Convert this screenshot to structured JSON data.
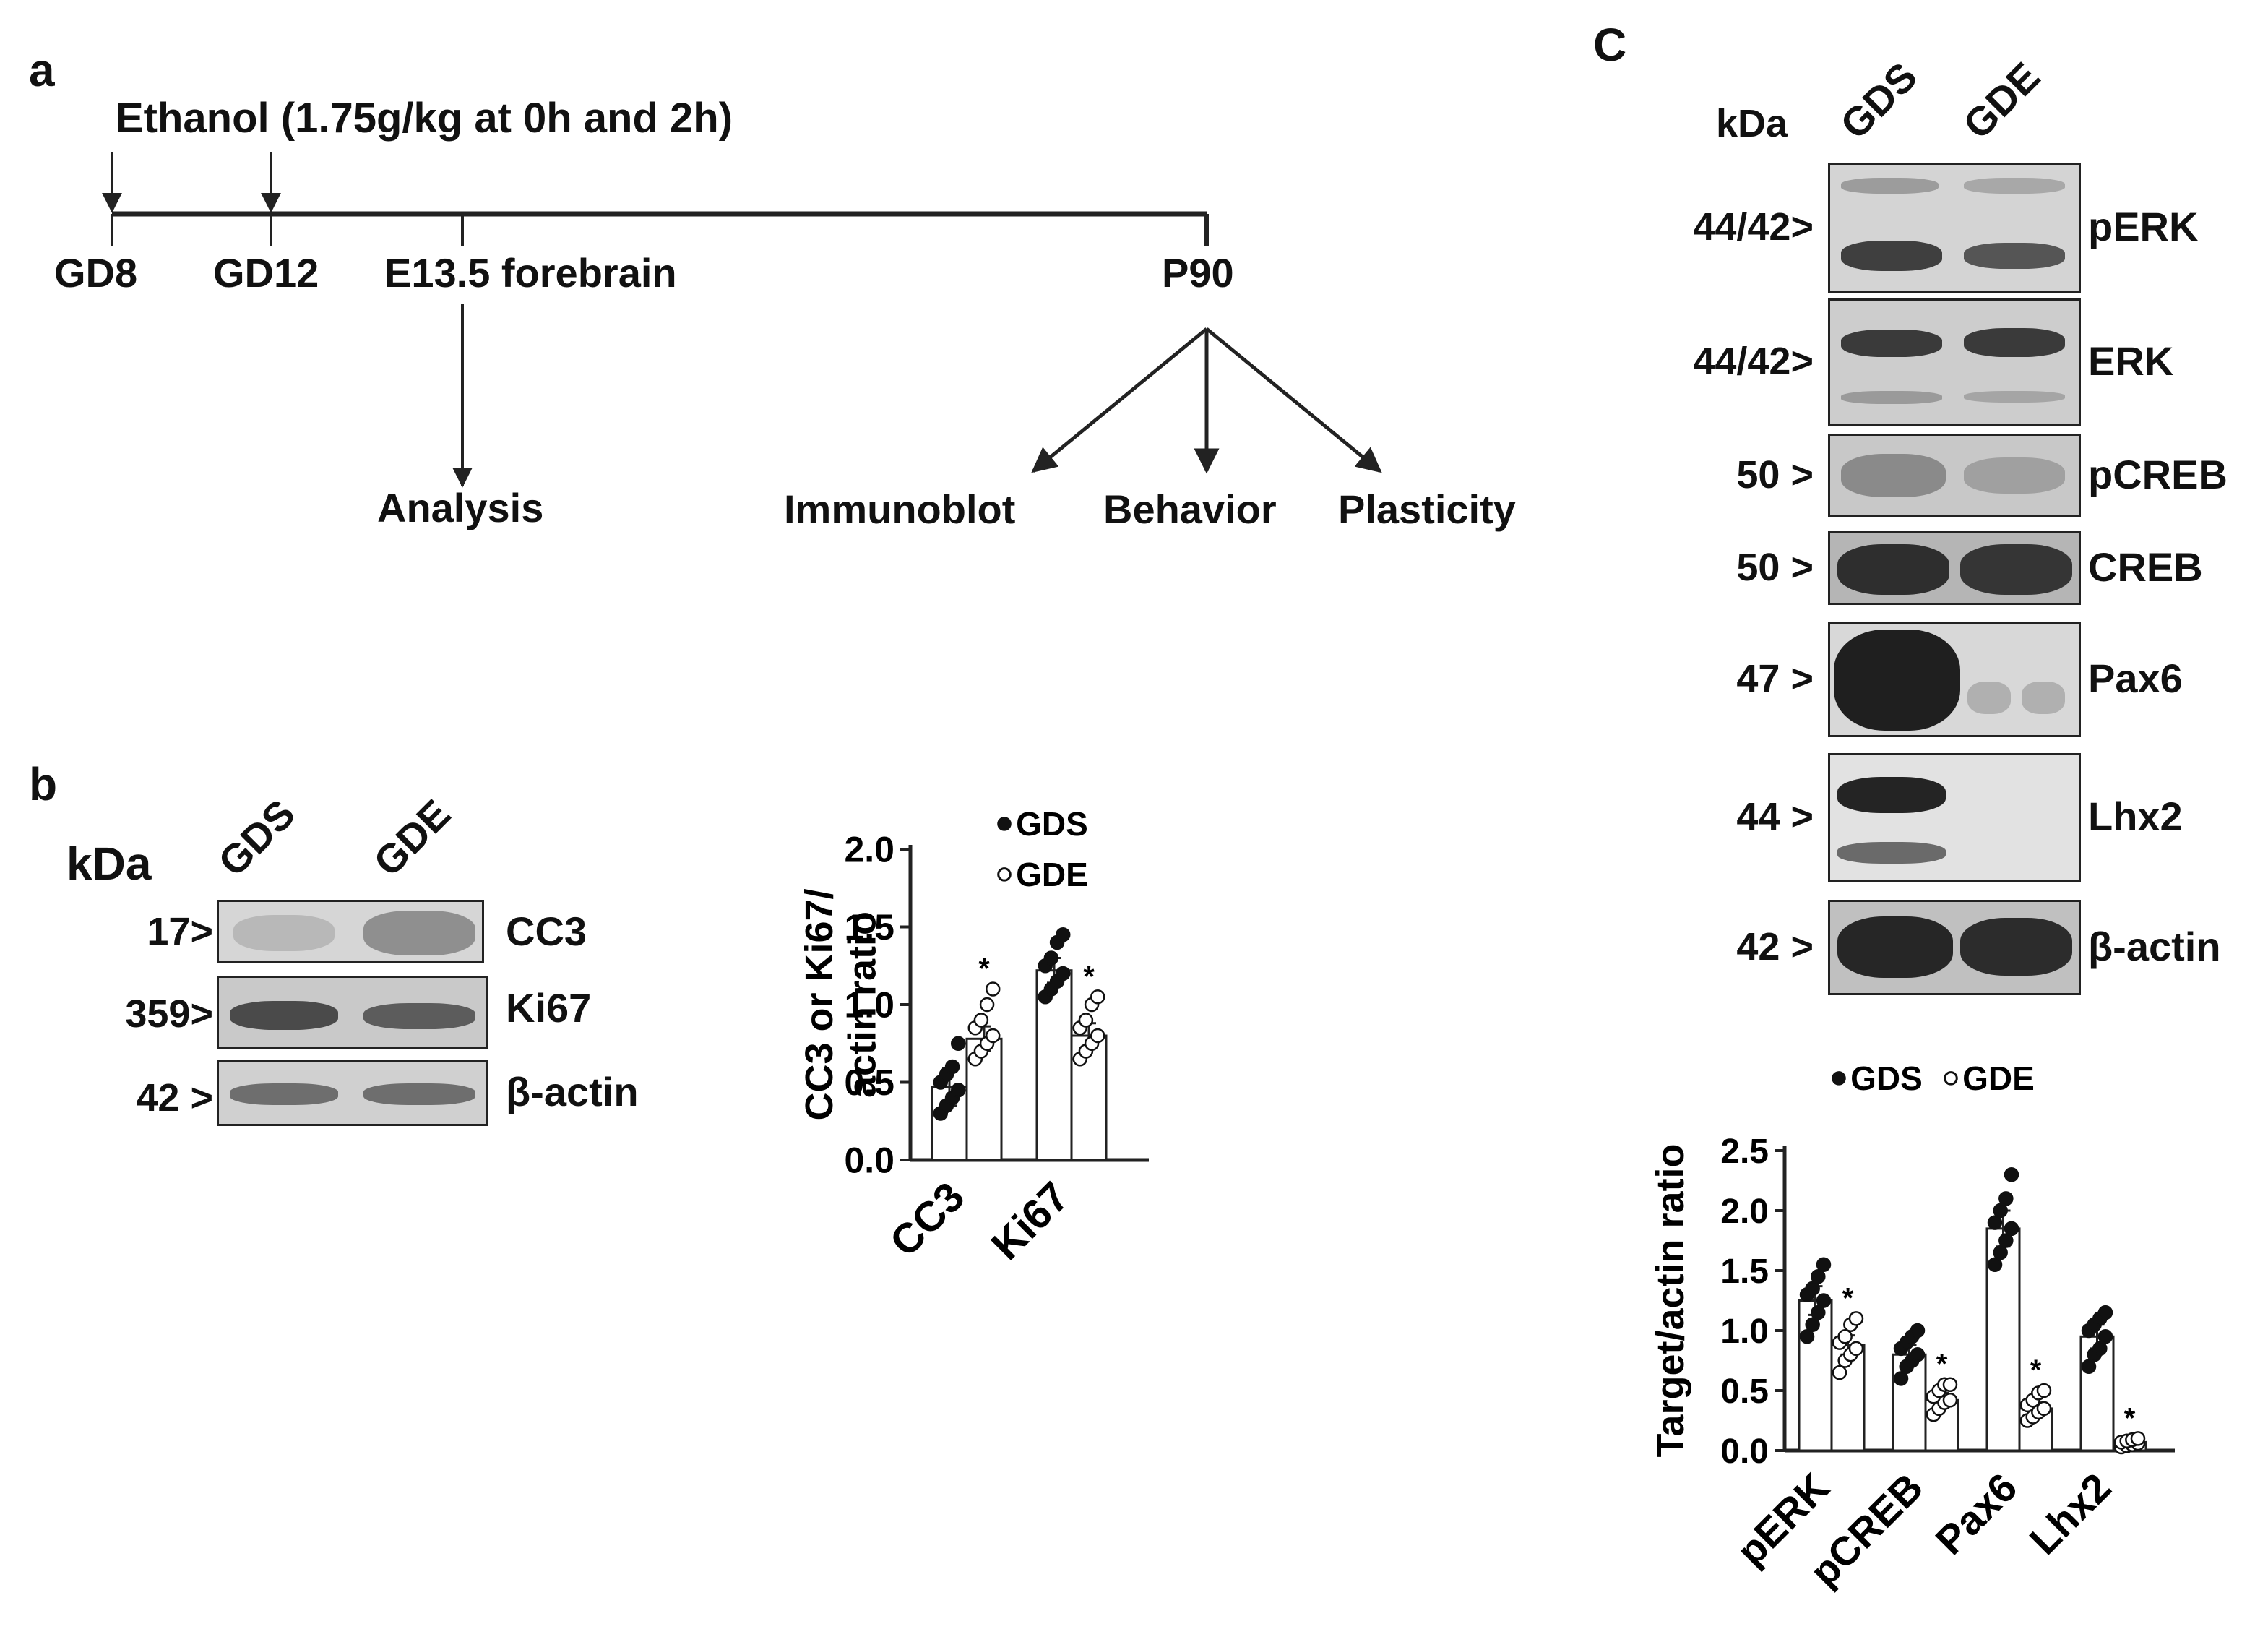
{
  "panel_a": {
    "letter": "a",
    "treatment": "Ethanol (1.75g/kg at 0h and 2h)",
    "timepoints": [
      "GD8",
      "GD12",
      "E13.5 forebrain",
      "P90"
    ],
    "analysis": "Analysis",
    "outcomes": [
      "Immunoblot",
      "Behavior",
      "Plasticity"
    ]
  },
  "panel_b": {
    "letter": "b",
    "kda_header": "kDa",
    "lanes": [
      "GDS",
      "GDE"
    ],
    "blots": [
      {
        "kda": "17>",
        "target": "CC3"
      },
      {
        "kda": "359>",
        "target": "Ki67"
      },
      {
        "kda": "42 >",
        "target": "β-actin"
      }
    ]
  },
  "panel_c": {
    "letter": "C",
    "kda_header": "kDa",
    "lanes": [
      "GDS",
      "GDE"
    ],
    "blots": [
      {
        "kda": "44/42>",
        "target": "pERK"
      },
      {
        "kda": "44/42>",
        "target": "ERK"
      },
      {
        "kda": "50 >",
        "target": "pCREB"
      },
      {
        "kda": "50 >",
        "target": "CREB"
      },
      {
        "kda": "47 >",
        "target": "Pax6"
      },
      {
        "kda": "44 >",
        "target": "Lhx2"
      },
      {
        "kda": "42 >",
        "target": "β-actin"
      }
    ]
  },
  "chart_data": [
    {
      "type": "bar",
      "panel": "b",
      "ylabel": "CC3 or Ki67/ actin ratio",
      "ylim": [
        0,
        2.0
      ],
      "yticks": [
        "0.0",
        "0.5",
        "1.0",
        "1.5",
        "2.0"
      ],
      "categories": [
        "CC3",
        "Ki67"
      ],
      "legend": [
        "GDS",
        "GDE"
      ],
      "significance": "*",
      "series": [
        {
          "name": "GDS",
          "values": [
            0.47,
            1.22
          ],
          "errors": [
            0.12,
            0.08
          ],
          "points": [
            [
              0.3,
              0.35,
              0.4,
              0.45,
              0.5,
              0.55,
              0.6,
              0.75
            ],
            [
              1.05,
              1.1,
              1.15,
              1.2,
              1.25,
              1.3,
              1.4,
              1.45
            ]
          ]
        },
        {
          "name": "GDE",
          "values": [
            0.78,
            0.8
          ],
          "errors": [
            0.08,
            0.08
          ],
          "sig": [
            true,
            true
          ],
          "points": [
            [
              0.65,
              0.7,
              0.75,
              0.8,
              0.85,
              0.9,
              1.0,
              1.1
            ],
            [
              0.65,
              0.7,
              0.75,
              0.8,
              0.85,
              0.9,
              1.0,
              1.05
            ]
          ]
        }
      ]
    },
    {
      "type": "bar",
      "panel": "C",
      "ylabel": "Target/actin ratio",
      "ylim": [
        0,
        2.5
      ],
      "yticks": [
        "0.0",
        "0.5",
        "1.0",
        "1.5",
        "2.0",
        "2.5"
      ],
      "categories": [
        "pERK",
        "pCREB",
        "Pax6",
        "Lhx2"
      ],
      "legend": [
        "GDS",
        "GDE"
      ],
      "significance": "*",
      "series": [
        {
          "name": "GDS",
          "values": [
            1.25,
            0.8,
            1.85,
            0.95
          ],
          "errors": [
            0.12,
            0.08,
            0.15,
            0.1
          ],
          "points": [
            [
              0.95,
              1.05,
              1.15,
              1.25,
              1.3,
              1.35,
              1.45,
              1.55
            ],
            [
              0.6,
              0.7,
              0.75,
              0.8,
              0.85,
              0.9,
              0.95,
              1.0
            ],
            [
              1.55,
              1.65,
              1.75,
              1.85,
              1.9,
              2.0,
              2.1,
              2.3
            ],
            [
              0.7,
              0.8,
              0.85,
              0.95,
              1.0,
              1.05,
              1.1,
              1.15
            ]
          ]
        },
        {
          "name": "GDE",
          "values": [
            0.88,
            0.42,
            0.35,
            0.07
          ],
          "errors": [
            0.08,
            0.06,
            0.05,
            0.02
          ],
          "sig": [
            true,
            true,
            true,
            true
          ],
          "points": [
            [
              0.65,
              0.75,
              0.8,
              0.85,
              0.9,
              0.95,
              1.05,
              1.1
            ],
            [
              0.3,
              0.35,
              0.4,
              0.42,
              0.45,
              0.5,
              0.55,
              0.55
            ],
            [
              0.25,
              0.28,
              0.32,
              0.35,
              0.38,
              0.42,
              0.48,
              0.5
            ],
            [
              0.03,
              0.04,
              0.05,
              0.06,
              0.07,
              0.08,
              0.09,
              0.1
            ]
          ]
        }
      ]
    }
  ]
}
